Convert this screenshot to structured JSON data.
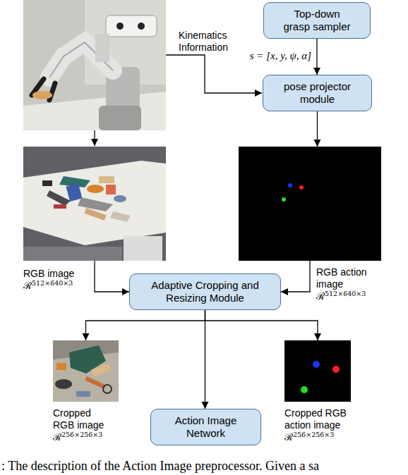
{
  "diagram": {
    "caption": ": The description of the Action Image preprocessor. Given a sa",
    "nodes": [
      {
        "text": [
          "Top-down grasp sampler"
        ]
      },
      {
        "text": [
          "pose projector module"
        ]
      },
      {
        "text": [
          "RGB image ℛ512×640×3"
        ]
      },
      {
        "text": [
          "RGB action image ℛ512×640×3"
        ]
      },
      {
        "text": [
          "Adaptive Cropping and Resizing Module"
        ]
      },
      {
        "text": [
          "Cropped RGB image ℛ256×256×3"
        ]
      },
      {
        "text": [
          "Cropped RGB action image ℛ256×256×3"
        ]
      },
      {
        "text": [
          "Action Image Network"
        ]
      }
    ],
    "edges": [
      {
        "from": 0,
        "to": 1,
        "arrow": "to",
        "label": "s = [x, y, ψ, α]"
      },
      {
        "from": 1,
        "to": 3,
        "arrow": "to"
      },
      {
        "from": 2,
        "to": 4,
        "arrow": "to"
      },
      {
        "from": 3,
        "to": 4,
        "arrow": "to"
      },
      {
        "from": 4,
        "to": 5,
        "arrow": "to"
      },
      {
        "from": 4,
        "to": 6,
        "arrow": "to"
      },
      {
        "from": 4,
        "to": 7,
        "arrow": "to"
      }
    ],
    "labels": [
      "Kinematics Information"
    ]
  }
}
